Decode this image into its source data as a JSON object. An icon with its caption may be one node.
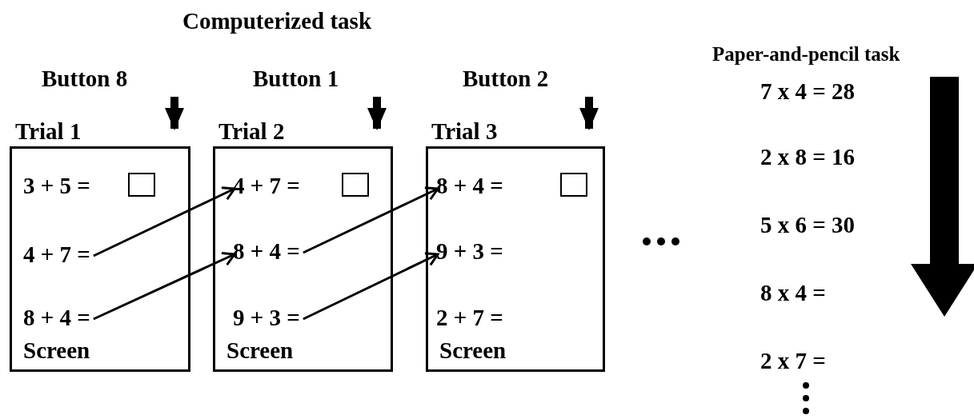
{
  "diagram": {
    "title": "Computerized task",
    "nodes": [
      {
        "text": [
          "Trial 1",
          "Screen"
        ]
      },
      {
        "text": [
          "3 + 5 ="
        ],
        "in": 0
      },
      {
        "text": [],
        "shape": "box",
        "in": 0
      },
      {
        "text": [
          "4 + 7 ="
        ],
        "in": 0
      },
      {
        "text": [
          "8 + 4 ="
        ],
        "in": 0
      },
      {
        "text": [
          "Trial 2",
          "Screen"
        ]
      },
      {
        "text": [
          "4 + 7 ="
        ],
        "in": 5
      },
      {
        "text": [],
        "shape": "box",
        "in": 5
      },
      {
        "text": [
          "8 + 4 ="
        ],
        "in": 5
      },
      {
        "text": [
          "9 + 3 ="
        ],
        "in": 5
      },
      {
        "text": [
          "Trial 3",
          "Screen"
        ]
      },
      {
        "text": [
          "8 + 4 ="
        ],
        "in": 10
      },
      {
        "text": [],
        "shape": "box",
        "in": 10
      },
      {
        "text": [
          "9 + 3 ="
        ],
        "in": 10
      },
      {
        "text": [
          "2 + 7 ="
        ],
        "in": 10
      }
    ],
    "edges": [
      {
        "from": 3,
        "to": 6,
        "arrow": "to"
      },
      {
        "from": 4,
        "to": 8,
        "arrow": "to"
      },
      {
        "from": 8,
        "to": 11,
        "arrow": "to"
      },
      {
        "from": 9,
        "to": 13,
        "arrow": "to"
      },
      {
        "from": null,
        "to": 0,
        "arrow": "to",
        "style": "thick"
      },
      {
        "from": null,
        "to": 5,
        "arrow": "to",
        "style": "thick"
      },
      {
        "from": null,
        "to": 10,
        "arrow": "to",
        "style": "thick"
      }
    ],
    "labels": [
      "Button 8",
      "Button 1",
      "Button 2",
      "Paper-and-pencil task",
      "7 x 4 = 28",
      "2 x 8 = 16",
      "5 x 6 = 30",
      "8 x 4 =",
      "2 x 7 ="
    ]
  }
}
